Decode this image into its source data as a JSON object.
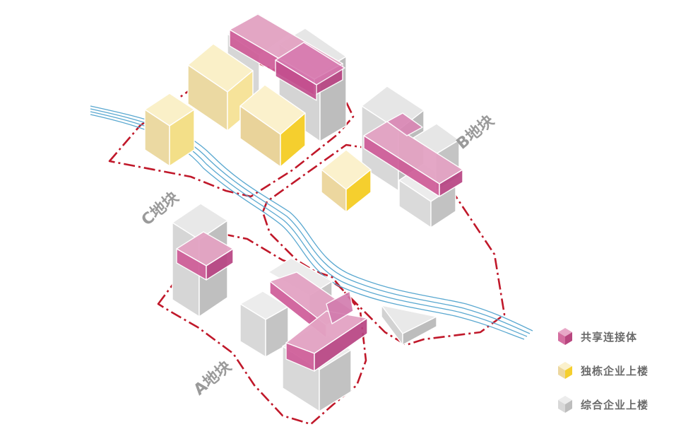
{
  "zones": {
    "a": "A地块",
    "b": "B地块",
    "c": "C地块"
  },
  "legend": [
    {
      "label": "共享连接体",
      "icon": "pink-cube-icon",
      "color": "#d46ea0"
    },
    {
      "label": "独栋企业上楼",
      "icon": "yellow-cube-icon",
      "color": "#f5d44a"
    },
    {
      "label": "综合企业上楼",
      "icon": "gray-cube-icon",
      "color": "#d9d9d9"
    }
  ],
  "colors": {
    "boundary": "#c0182a",
    "stream": "#5aa8d0",
    "label": "#9a9a9a"
  }
}
